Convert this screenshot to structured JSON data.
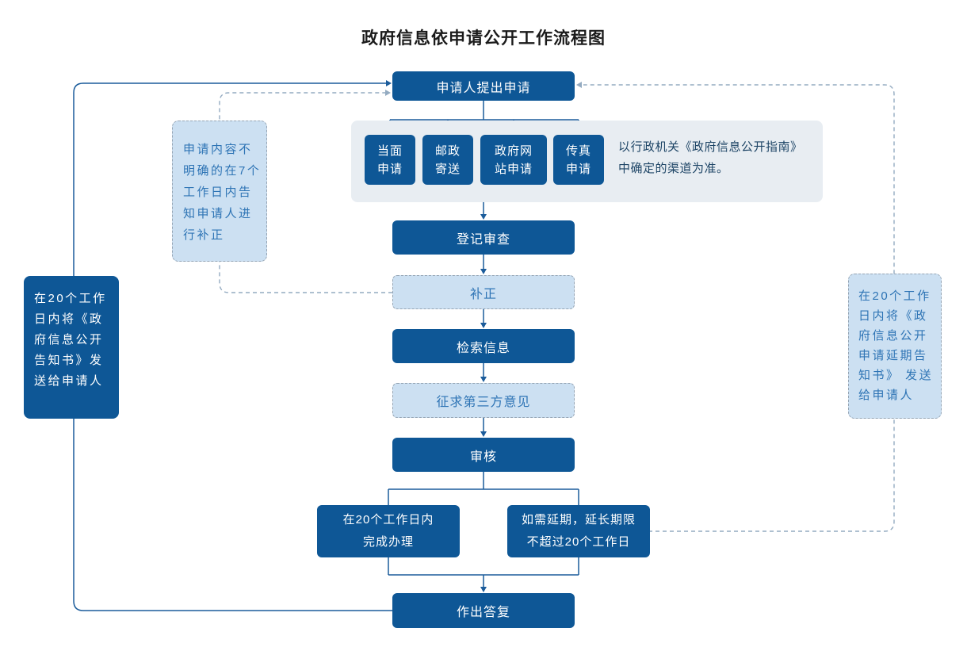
{
  "title": "政府信息依申请公开工作流程图",
  "nodes": {
    "apply": "申请人提出申请",
    "register": "登记审查",
    "correction": "补正",
    "search": "检索信息",
    "third_party": "征求第三方意见",
    "review": "审核",
    "reply": "作出答复"
  },
  "channels": [
    {
      "line1": "当面",
      "line2": "申请"
    },
    {
      "line1": "邮政",
      "line2": "寄送"
    },
    {
      "line1": "政府网",
      "line2": "站申请"
    },
    {
      "line1": "传真",
      "line2": "申请"
    }
  ],
  "channel_note": {
    "line1": "以行政机关《政府信息公开指南》",
    "line2": "中确定的渠道为准。"
  },
  "deadline": {
    "line1": "在20个工作日内",
    "line2": "完成办理"
  },
  "extension": {
    "line1": "如需延期，延长期限",
    "line2": "不超过20个工作日"
  },
  "annotations": {
    "notice": {
      "lines": [
        "在20个工作",
        "日内将《政",
        "府信息公开",
        "告知书》发",
        "送给申请人"
      ]
    },
    "supplement": {
      "lines": [
        "申请内容不",
        "明确的在7个",
        "工作日内告",
        "知申请人进",
        "行补正"
      ]
    },
    "delay_notice": {
      "lines": [
        "在20个工作",
        "日内将《政",
        "府信息公开",
        "申请延期告",
        "知书》 发送",
        "给申请人"
      ]
    }
  },
  "colors": {
    "primary_fill": "#0e5796",
    "light_fill": "#cce0f2",
    "panel_fill": "#e8edf2",
    "solid_line": "#1b5c9b",
    "dashed_line": "#94abc1",
    "annotation_text": "#2e74b5",
    "note_text": "#1e4566"
  }
}
